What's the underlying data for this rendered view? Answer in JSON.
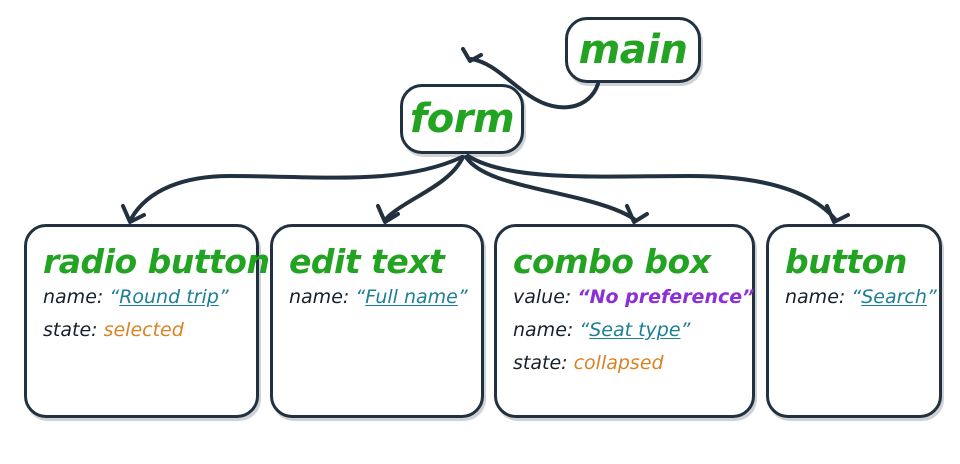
{
  "diagram": {
    "type": "accessibility-tree",
    "style": "hand-drawn",
    "colors": {
      "node_title": "#22a321",
      "node_border": "#22313f",
      "label": "#16202b",
      "name_value": "#1b7f96",
      "state_value": "#d98324",
      "value_value": "#8b2fd8",
      "background": "#ffffff"
    },
    "nodes": {
      "main": {
        "title": "main"
      },
      "form": {
        "title": "form"
      },
      "radio_button": {
        "title": "radio button",
        "attributes": [
          {
            "key": "name:",
            "value": "Round trip",
            "kind": "name",
            "quoted": true
          },
          {
            "key": "state:",
            "value": "selected",
            "kind": "state",
            "quoted": false
          }
        ]
      },
      "edit_text": {
        "title": "edit text",
        "attributes": [
          {
            "key": "name:",
            "value": "Full name",
            "kind": "name",
            "quoted": true
          }
        ]
      },
      "combo_box": {
        "title": "combo box",
        "attributes": [
          {
            "key": "value:",
            "value": "No preference",
            "kind": "value",
            "quoted": true
          },
          {
            "key": "name:",
            "value": "Seat type",
            "kind": "name",
            "quoted": true
          },
          {
            "key": "state:",
            "value": "collapsed",
            "kind": "state",
            "quoted": false
          }
        ]
      },
      "button": {
        "title": "button",
        "attributes": [
          {
            "key": "name:",
            "value": "Search",
            "kind": "name",
            "quoted": true
          }
        ]
      }
    },
    "edges": [
      {
        "from": "main",
        "to": "form"
      },
      {
        "from": "form",
        "to": "radio_button"
      },
      {
        "from": "form",
        "to": "edit_text"
      },
      {
        "from": "form",
        "to": "combo_box"
      },
      {
        "from": "form",
        "to": "button"
      }
    ],
    "quotes": {
      "open": "“",
      "close": "”"
    }
  }
}
